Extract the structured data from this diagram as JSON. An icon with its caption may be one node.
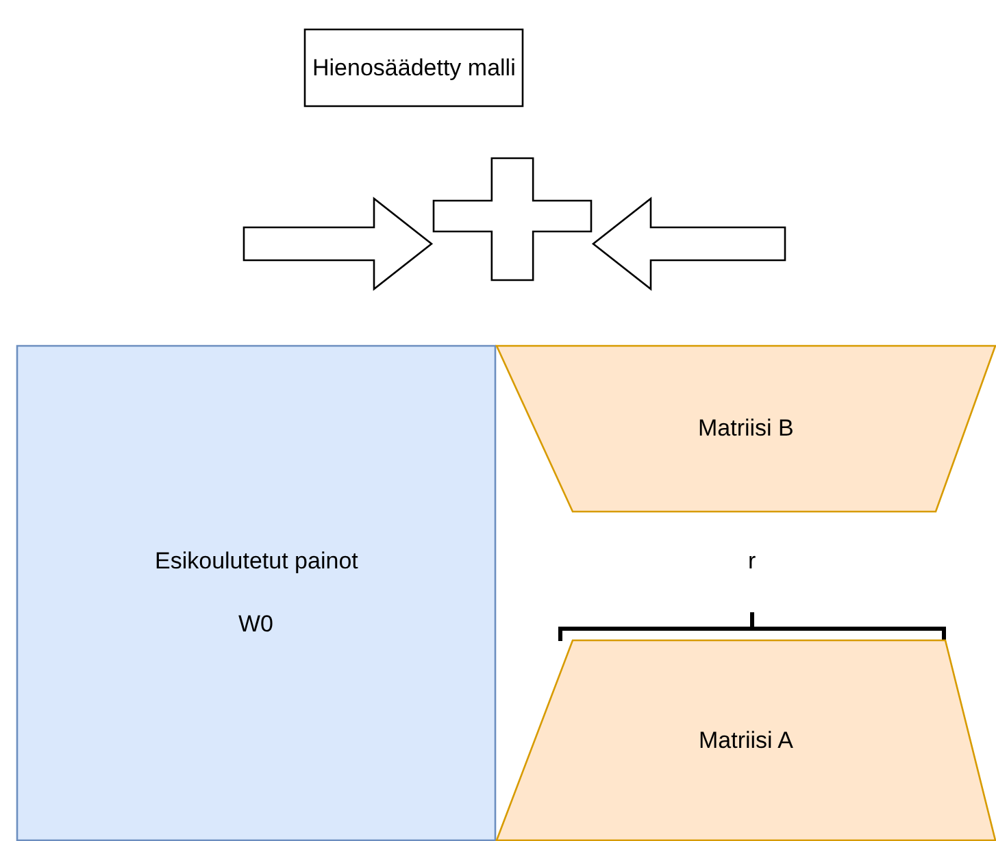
{
  "diagram": {
    "nodes": [
      {
        "text": [
          "Hienosäädetty malli"
        ]
      },
      {
        "text": [
          "Esikoulutetut painot",
          "W0"
        ]
      },
      {
        "text": [
          "Matriisi B"
        ]
      },
      {
        "text": [
          "Matriisi A"
        ]
      },
      {
        "text": [],
        "shape": "cross"
      }
    ],
    "edges": [
      {
        "from": null,
        "to": 4,
        "arrow": "to"
      },
      {
        "from": null,
        "to": 4,
        "arrow": "to"
      }
    ],
    "labels": [
      "r"
    ]
  }
}
